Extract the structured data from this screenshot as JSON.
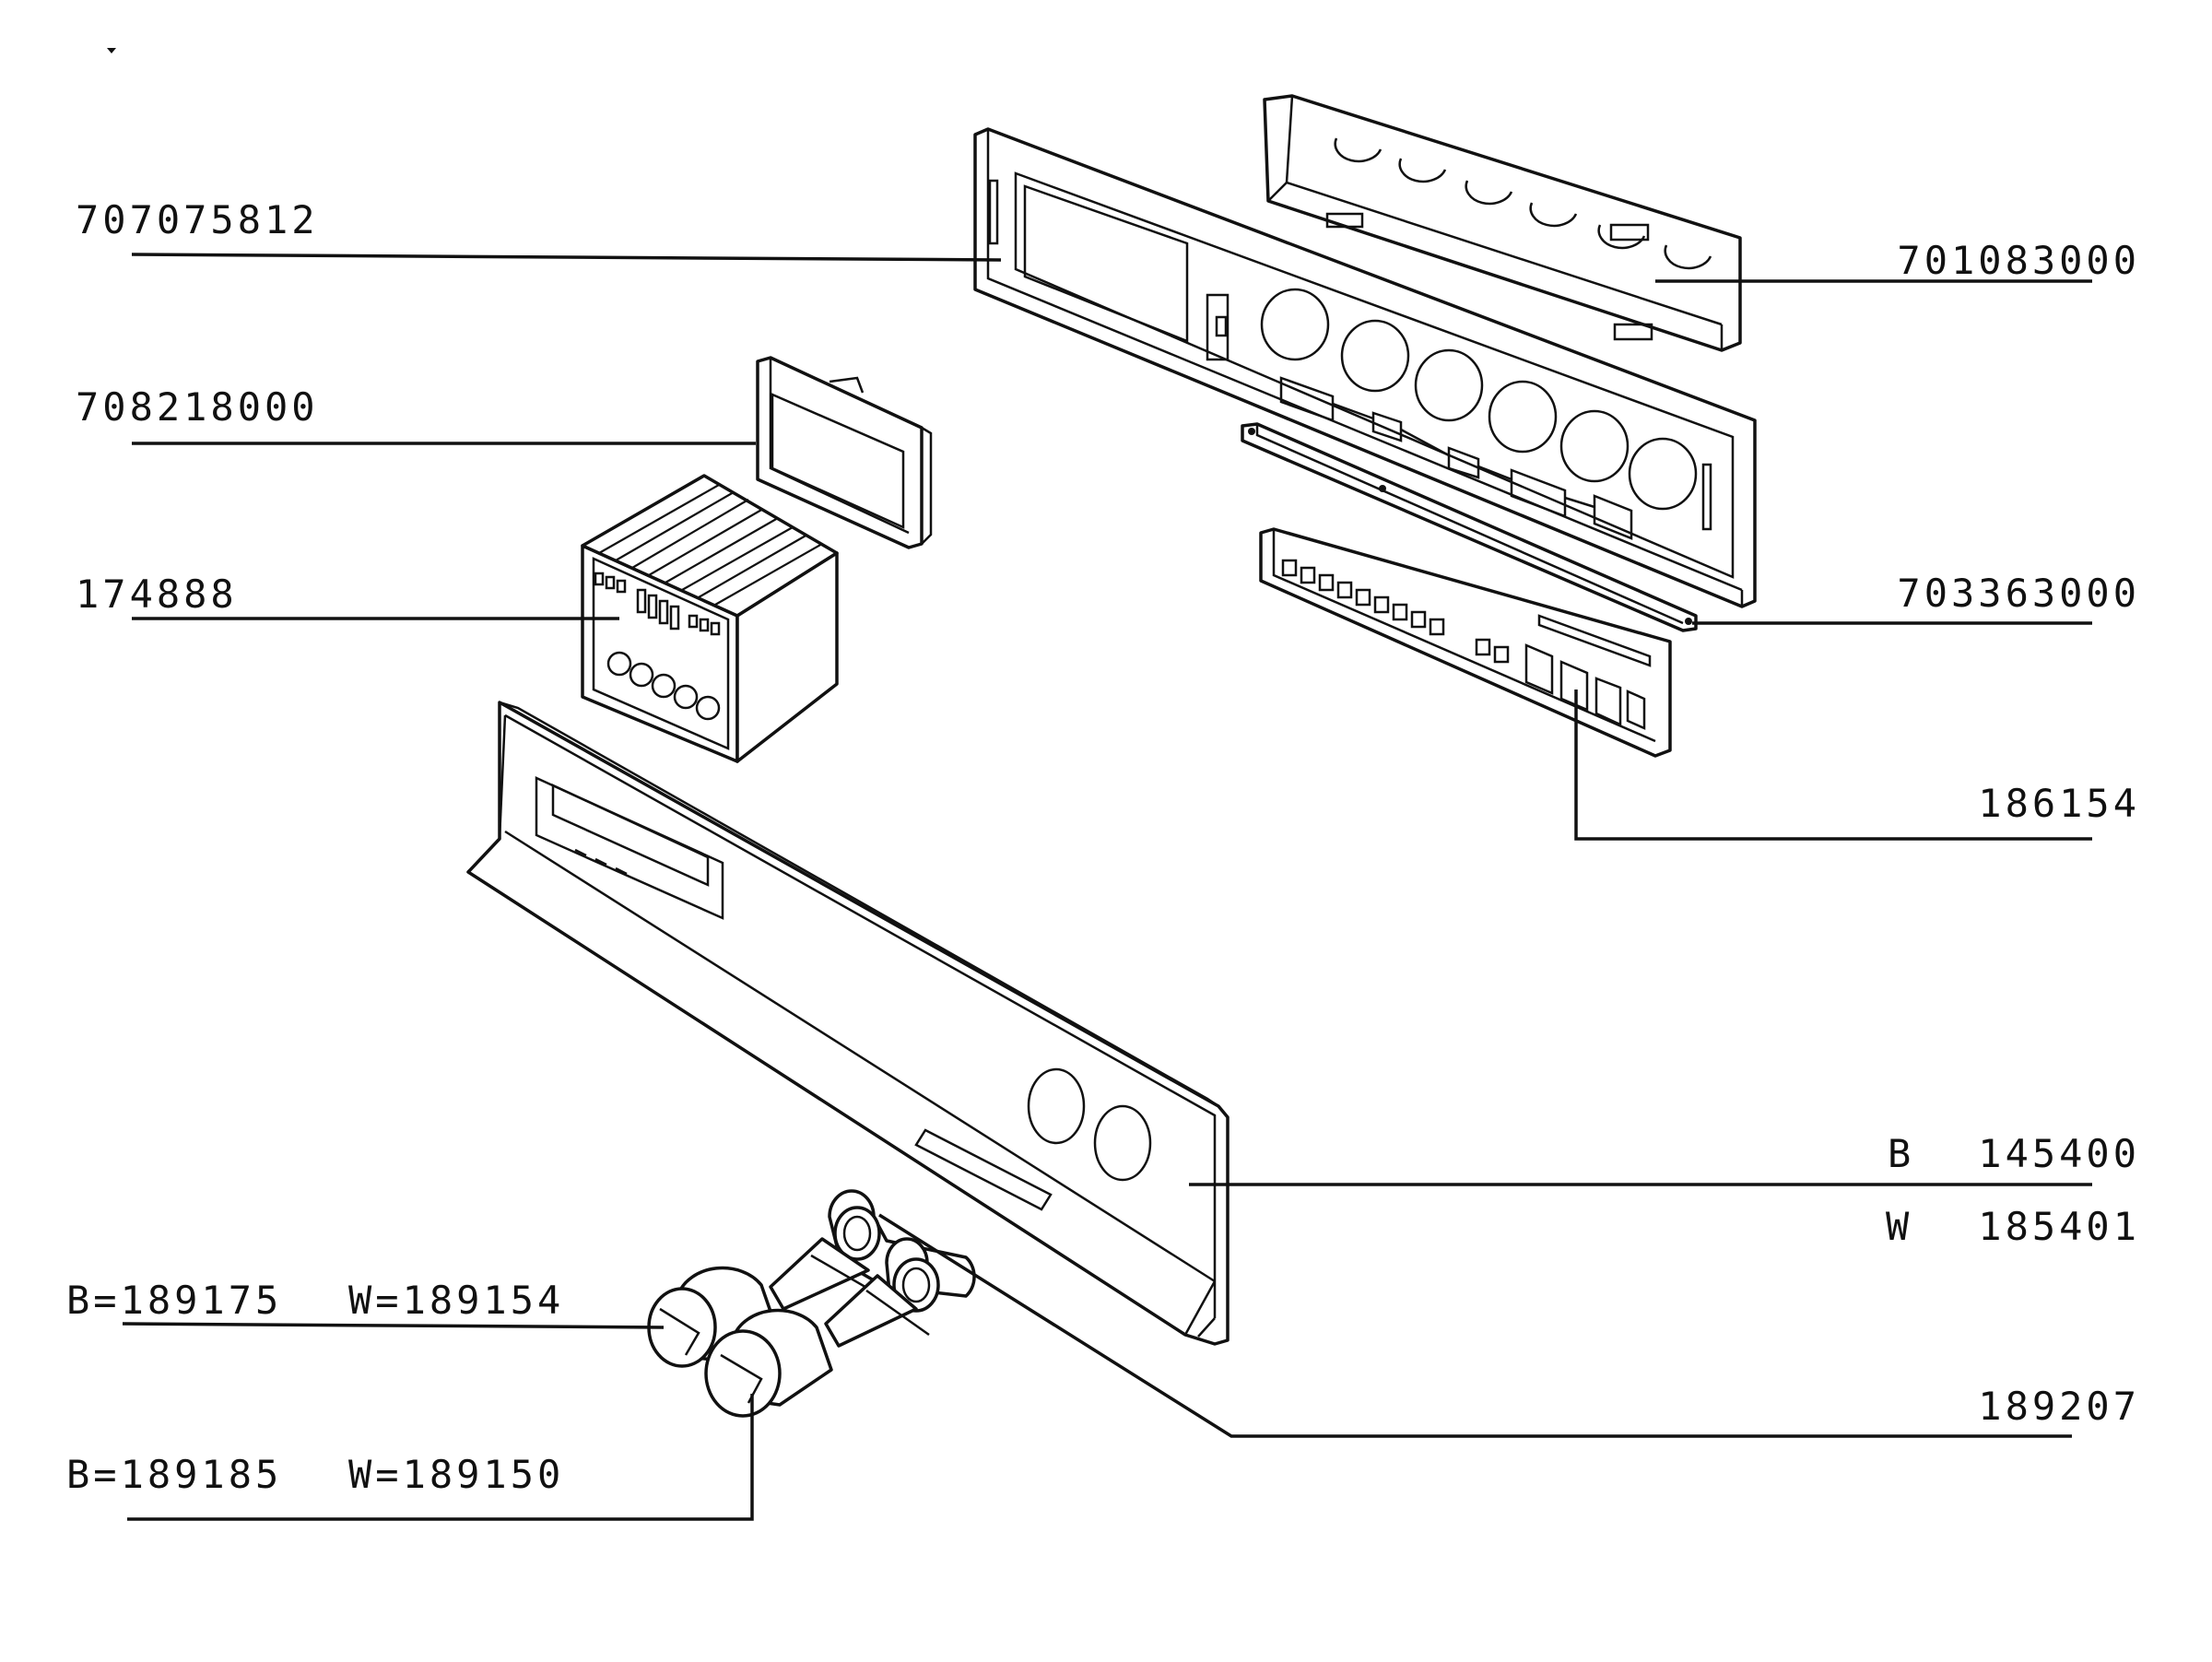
{
  "colors": {
    "ink": "#111111",
    "paper": "#ffffff"
  },
  "labels": {
    "trim_panel": "707075812",
    "window_frame": "708218000",
    "timer_module": "174888",
    "upper_shield": "701083000",
    "rail": "703363000",
    "pcb": "186154",
    "fascia_b_prefix": "B",
    "fascia_b": "145400",
    "fascia_w_prefix": "W",
    "fascia_w": "185401",
    "knob_spindle": "189207",
    "knob_upper_b": "B=189175",
    "knob_upper_w": "W=189154",
    "knob_lower_b": "B=189185",
    "knob_lower_w": "W=189150"
  }
}
